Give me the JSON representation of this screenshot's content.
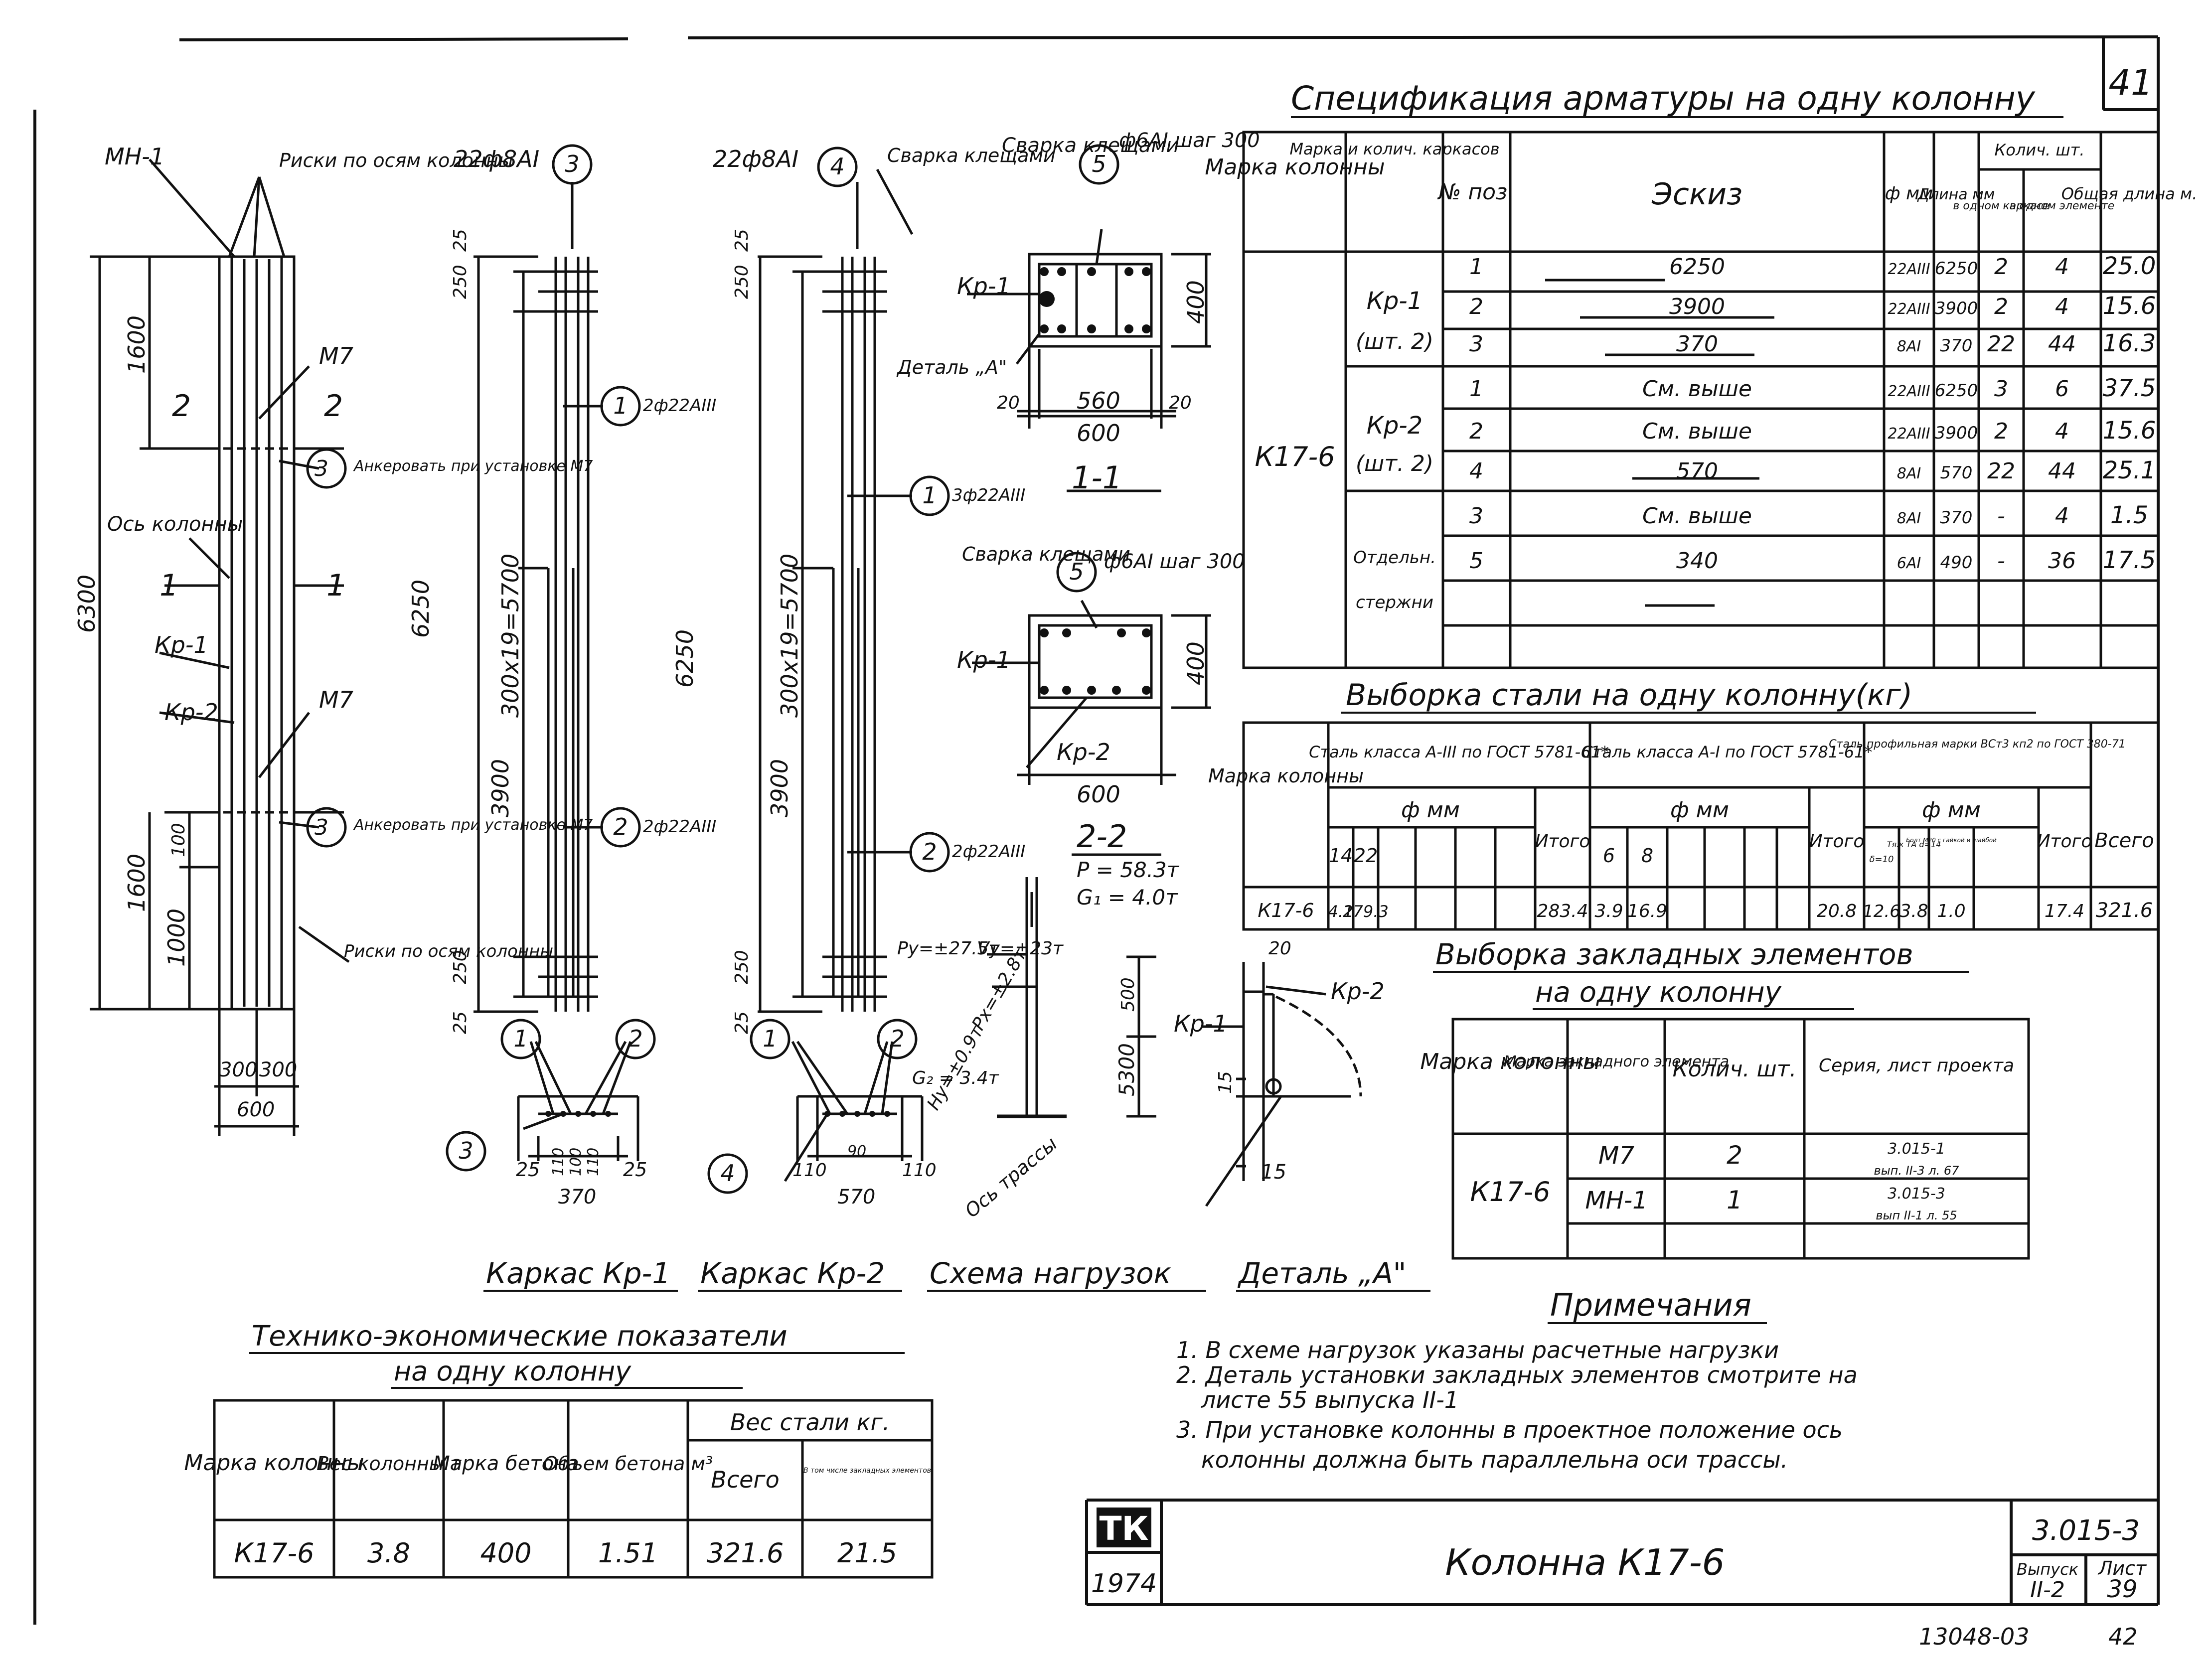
{
  "sheet_corner": "41",
  "spec": {
    "title": "Спецификация арматуры на одну колонну",
    "headers": [
      "Марка колонны",
      "Марка и колич. каркасов",
      "№ поз.",
      "Эскиз",
      "ф мм",
      "Длина мм",
      "в одном каркасе",
      "в одном элементе",
      "Общая длина м."
    ],
    "count_header": "Колич. шт.",
    "col_mark": "К17-6",
    "groups": [
      "Кр-1",
      "(шт. 2)",
      "Кр-2",
      "(шт. 2)",
      "Отдельн.",
      "стержни"
    ],
    "rows": [
      [
        "1",
        "6250",
        "22АIII",
        "6250",
        "2",
        "4",
        "25.0"
      ],
      [
        "2",
        "3900",
        "22АIII",
        "3900",
        "2",
        "4",
        "15.6"
      ],
      [
        "3",
        "370",
        "8АI",
        "370",
        "22",
        "44",
        "16.3"
      ],
      [
        "1",
        "См. выше",
        "22АIII",
        "6250",
        "3",
        "6",
        "37.5"
      ],
      [
        "2",
        "См. выше",
        "22АIII",
        "3900",
        "2",
        "4",
        "15.6"
      ],
      [
        "4",
        "570",
        "8АI",
        "570",
        "22",
        "44",
        "25.1"
      ],
      [
        "3",
        "См. выше",
        "8АI",
        "370",
        "-",
        "4",
        "1.5"
      ],
      [
        "5",
        "340",
        "6АI",
        "490",
        "-",
        "36",
        "17.5"
      ]
    ]
  },
  "steel": {
    "title": "Выборка стали на одну колонну(кг)",
    "h_mark": "Марка колонны",
    "h_a3": "Сталь класса А-III по ГОСТ 5781-61*",
    "h_a1": "Сталь класса А-I по ГОСТ 5781-61*",
    "h_prof": "Сталь профильная марки ВСт3 кп2 по ГОСТ 380-71",
    "h_dmm": "ф мм",
    "h_itogo": "Итого",
    "h_vsego": "Всего",
    "a3_d": [
      "14",
      "22"
    ],
    "a1_d": [
      "6",
      "8"
    ],
    "prof_d": [
      "δ=10",
      "Тяж ТА d=14",
      "Болт М20 с гайкой и шайбой"
    ],
    "row": [
      "К17-6",
      "4.1",
      "279.3",
      "283.4",
      "3.9",
      "16.9",
      "20.8",
      "12.6",
      "3.8",
      "1.0",
      "17.4",
      "321.6"
    ]
  },
  "embedded": {
    "title1": "Выборка закладных элементов",
    "title2": "на одну колонну",
    "headers": [
      "Марка колонны",
      "Марка закладного элемента",
      "Колич. шт.",
      "Серия, лист проекта"
    ],
    "col_mark": "К17-6",
    "rows": [
      [
        "М7",
        "2",
        "3.015-1",
        "вып. II-3 л. 67"
      ],
      [
        "МН-1",
        "1",
        "3.015-3",
        "вып II-1 л. 55"
      ]
    ]
  },
  "tech": {
    "title1": "Технико-экономические показатели",
    "title2": "на одну колонну",
    "headers": [
      "Марка колонны",
      "Вес колонны т",
      "Марка бетона",
      "Объем бетона м³",
      "Вес стали кг.",
      "Всего",
      "В том числе закладных элементов"
    ],
    "row": [
      "К17-6",
      "3.8",
      "400",
      "1.51",
      "321.6",
      "21.5"
    ]
  },
  "notes": {
    "title": "Примечания",
    "items": [
      "1. В схеме нагрузок указаны расчетные нагрузки",
      "2. Деталь установки закладных элементов смотрите на",
      "листе 55 выпуска II-1",
      "3. При установке колонны в проектное положение ось",
      "колонны должна быть параллельна оси трассы."
    ]
  },
  "stamp": {
    "logo": "ТК",
    "year": "1974",
    "title": "Колонна К17-6",
    "series": "3.015-3",
    "issue_label": "Выпуск",
    "issue": "II-2",
    "sheet_label": "Лист",
    "sheet": "39",
    "inv": "13048-03",
    "page": "42"
  },
  "captions": [
    "Каркас Кр-1",
    "Каркас Кр-2",
    "Схема нагрузок",
    "Деталь „А\""
  ],
  "col": {
    "mh1": "МН-1",
    "rebar_note": "Риски по осям колонны",
    "m7": "М7",
    "install1": "Анкеровать при установке М7",
    "install2": "Анкеровать при установке М7",
    "axis": "Ось колонны",
    "risk2": "Риски по осям колонны",
    "sec1": "1",
    "sec2": "2",
    "kr1": "Кр-1",
    "kr2": "Кр-2",
    "d6300": "6300",
    "d1600a": "1600",
    "d1600b": "1600",
    "d1000": "1000",
    "d100": "100",
    "d300a": "300",
    "d300b": "300",
    "d600": "600"
  },
  "kr1": {
    "bars": "22ф8АI",
    "n3": "3",
    "n1": "1",
    "n2": "2",
    "l1": "2ф22АIII",
    "l2": "2ф22АIII",
    "d25": "25",
    "d250": "250",
    "d6250": "6250",
    "dpitch": "300x19=5700",
    "d3900": "3900",
    "d250b": "250",
    "d25b": "25",
    "b25a": "25",
    "b110a": "110",
    "b100": "100",
    "b110b": "110",
    "b25b": "25",
    "w370": "370"
  },
  "kr2": {
    "bars": "22ф8АI",
    "n4": "4",
    "weld": "Сварка клещами",
    "n1": "1",
    "n2": "2",
    "l1": "3ф22АIII",
    "l2": "2ф22АIII",
    "d25": "25",
    "d250": "250",
    "d6250": "6250",
    "dpitch": "300x19=5700",
    "d3900": "3900",
    "d250b": "250",
    "d25b": "25",
    "b110a": "110",
    "b90": "90",
    "b110b": "110",
    "w570": "570"
  },
  "sec11": {
    "stirrup": "ф6АI шаг 300",
    "weld": "Сварка клещами",
    "n5": "5",
    "kr1": "Кр-1",
    "detail": "Деталь „А\"",
    "h400": "400",
    "d20a": "20",
    "d560": "560",
    "d20b": "20",
    "d600": "600",
    "label": "1-1"
  },
  "sec22": {
    "weld": "Сварка клещами",
    "n5": "5",
    "stirrup": "ф6АI шаг 300",
    "kr1": "Кр-1",
    "kr2": "Кр-2",
    "h400": "400",
    "d600": "600",
    "label": "2-2"
  },
  "scheme": {
    "p": "Р = 58.3т",
    "g1": "G₁ = 4.0т",
    "py": "Рy=±27.5т",
    "vy": "Vy=±23т",
    "hy": "Hy=±0.9т",
    "px": "Px=±2.8т",
    "g2": "G₂ = 3.4т",
    "h5300": "5300",
    "h500": "500",
    "axis": "Ось трассы"
  },
  "detail": {
    "kr1": "Кр-1",
    "kr2": "Кр-2",
    "d20": "20",
    "d15a": "15",
    "d15b": "15"
  }
}
